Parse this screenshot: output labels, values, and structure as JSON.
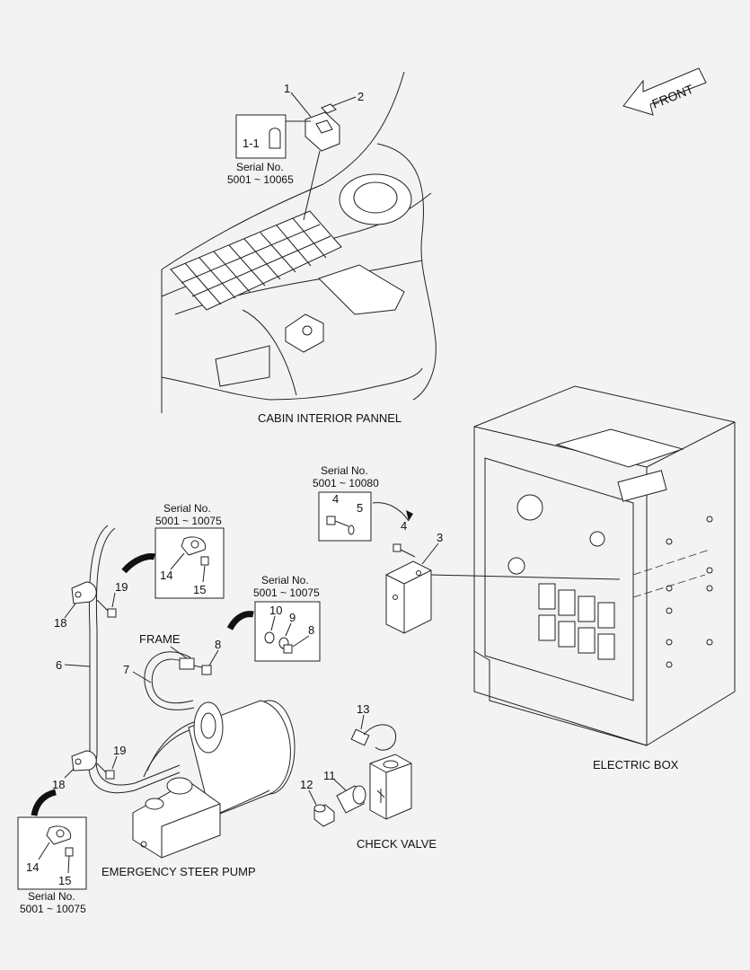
{
  "front_label": "FRONT",
  "captions": {
    "cabin": "CABIN INTERIOR PANNEL",
    "electric_box": "ELECTRIC BOX",
    "emergency_pump": "EMERGENCY STEER PUMP",
    "check_valve": "CHECK VALVE",
    "frame": "FRAME"
  },
  "serial_notes": {
    "lamp": {
      "line1": "Serial No.",
      "line2": "5001 ~ 10065"
    },
    "bolt_washer": {
      "line1": "Serial No.",
      "line2": "5001 ~ 10080"
    },
    "clip_upper": {
      "line1": "Serial No.",
      "line2": "5001 ~ 10075"
    },
    "washers": {
      "line1": "Serial No.",
      "line2": "5001 ~ 10075"
    },
    "clip_lower": {
      "line1": "Serial No.",
      "line2": "5001 ~ 10075"
    }
  },
  "callouts": {
    "c1": "1",
    "c2": "2",
    "c1_1": "1-1",
    "c3": "3",
    "c4a": "4",
    "c5": "5",
    "c4b": "4",
    "c14a": "14",
    "c15a": "15",
    "c19a": "19",
    "c18a": "18",
    "c10": "10",
    "c9": "9",
    "c8a": "8",
    "c8b": "8",
    "c6": "6",
    "c7": "7",
    "c13": "13",
    "c19b": "19",
    "c18b": "18",
    "c12": "12",
    "c11": "11",
    "c14b": "14",
    "c15b": "15"
  }
}
